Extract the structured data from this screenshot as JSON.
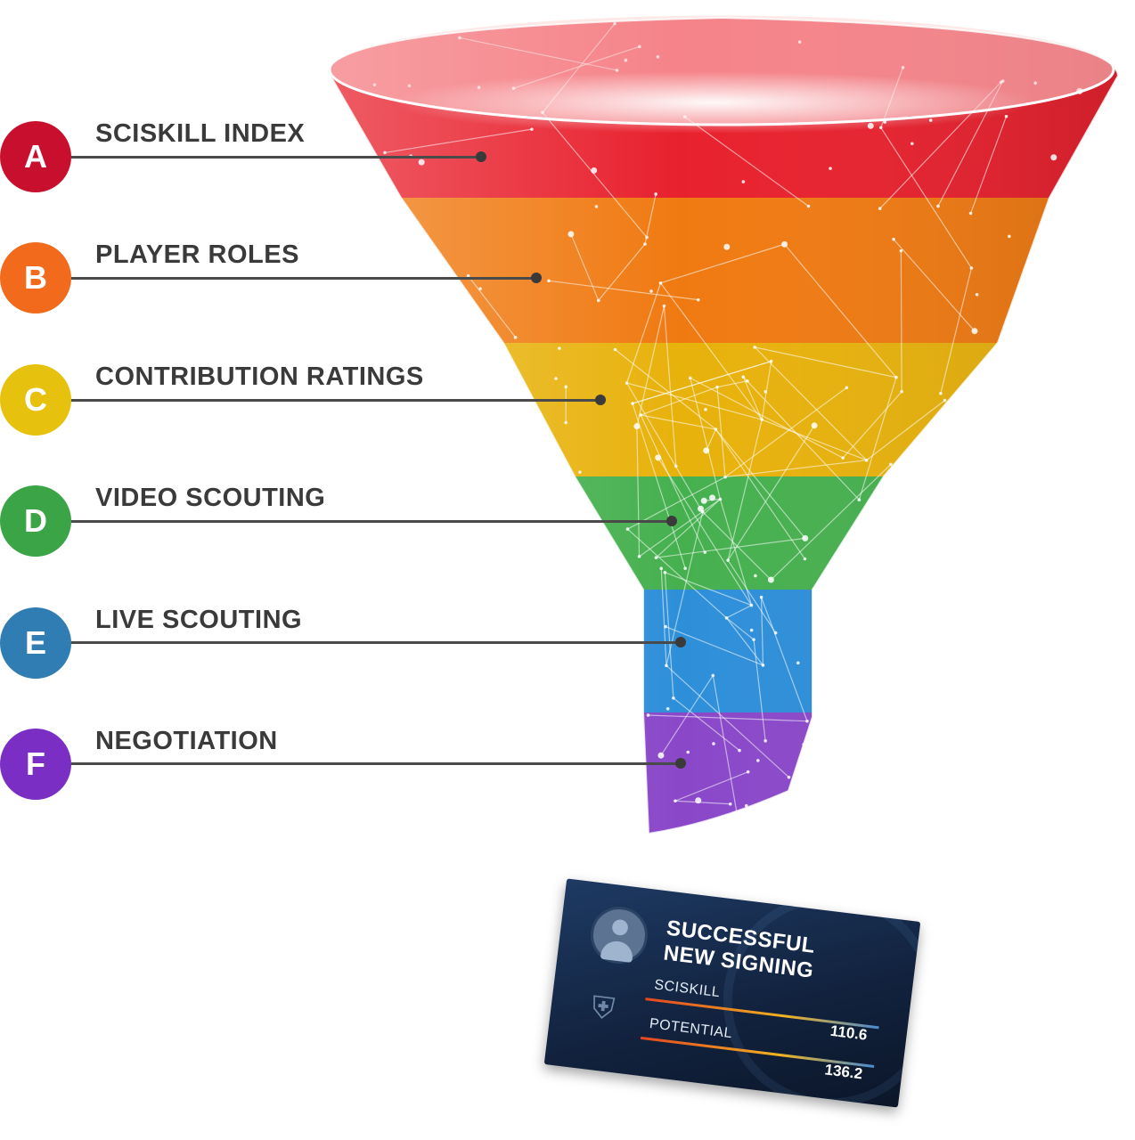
{
  "stages": [
    {
      "letter": "A",
      "label": "SCISKILL INDEX",
      "color": "#c8102e"
    },
    {
      "letter": "B",
      "label": "PLAYER ROLES",
      "color": "#f26b1d"
    },
    {
      "letter": "C",
      "label": "CONTRIBUTION RATINGS",
      "color": "#e6c20f"
    },
    {
      "letter": "D",
      "label": "VIDEO SCOUTING",
      "color": "#3aa447"
    },
    {
      "letter": "E",
      "label": "LIVE SCOUTING",
      "color": "#2f7db3"
    },
    {
      "letter": "F",
      "label": "NEGOTIATION",
      "color": "#7a2ec4"
    }
  ],
  "funnel": {
    "band_colors": [
      "#e8212e",
      "#f07a12",
      "#e8b20c",
      "#46b04f",
      "#2e8fd9",
      "#8a48c9"
    ],
    "network_color": "#ffffff"
  },
  "card": {
    "heading_line1": "SUCCESSFUL",
    "heading_line2": "NEW SIGNING",
    "metric1_label": "SCISKILL",
    "metric1_value": "110.6",
    "metric2_label": "POTENTIAL",
    "metric2_value": "136.2",
    "background": "#12233f",
    "avatar_icon": "person-avatar-icon",
    "club_icon": "football-shield-icon"
  }
}
